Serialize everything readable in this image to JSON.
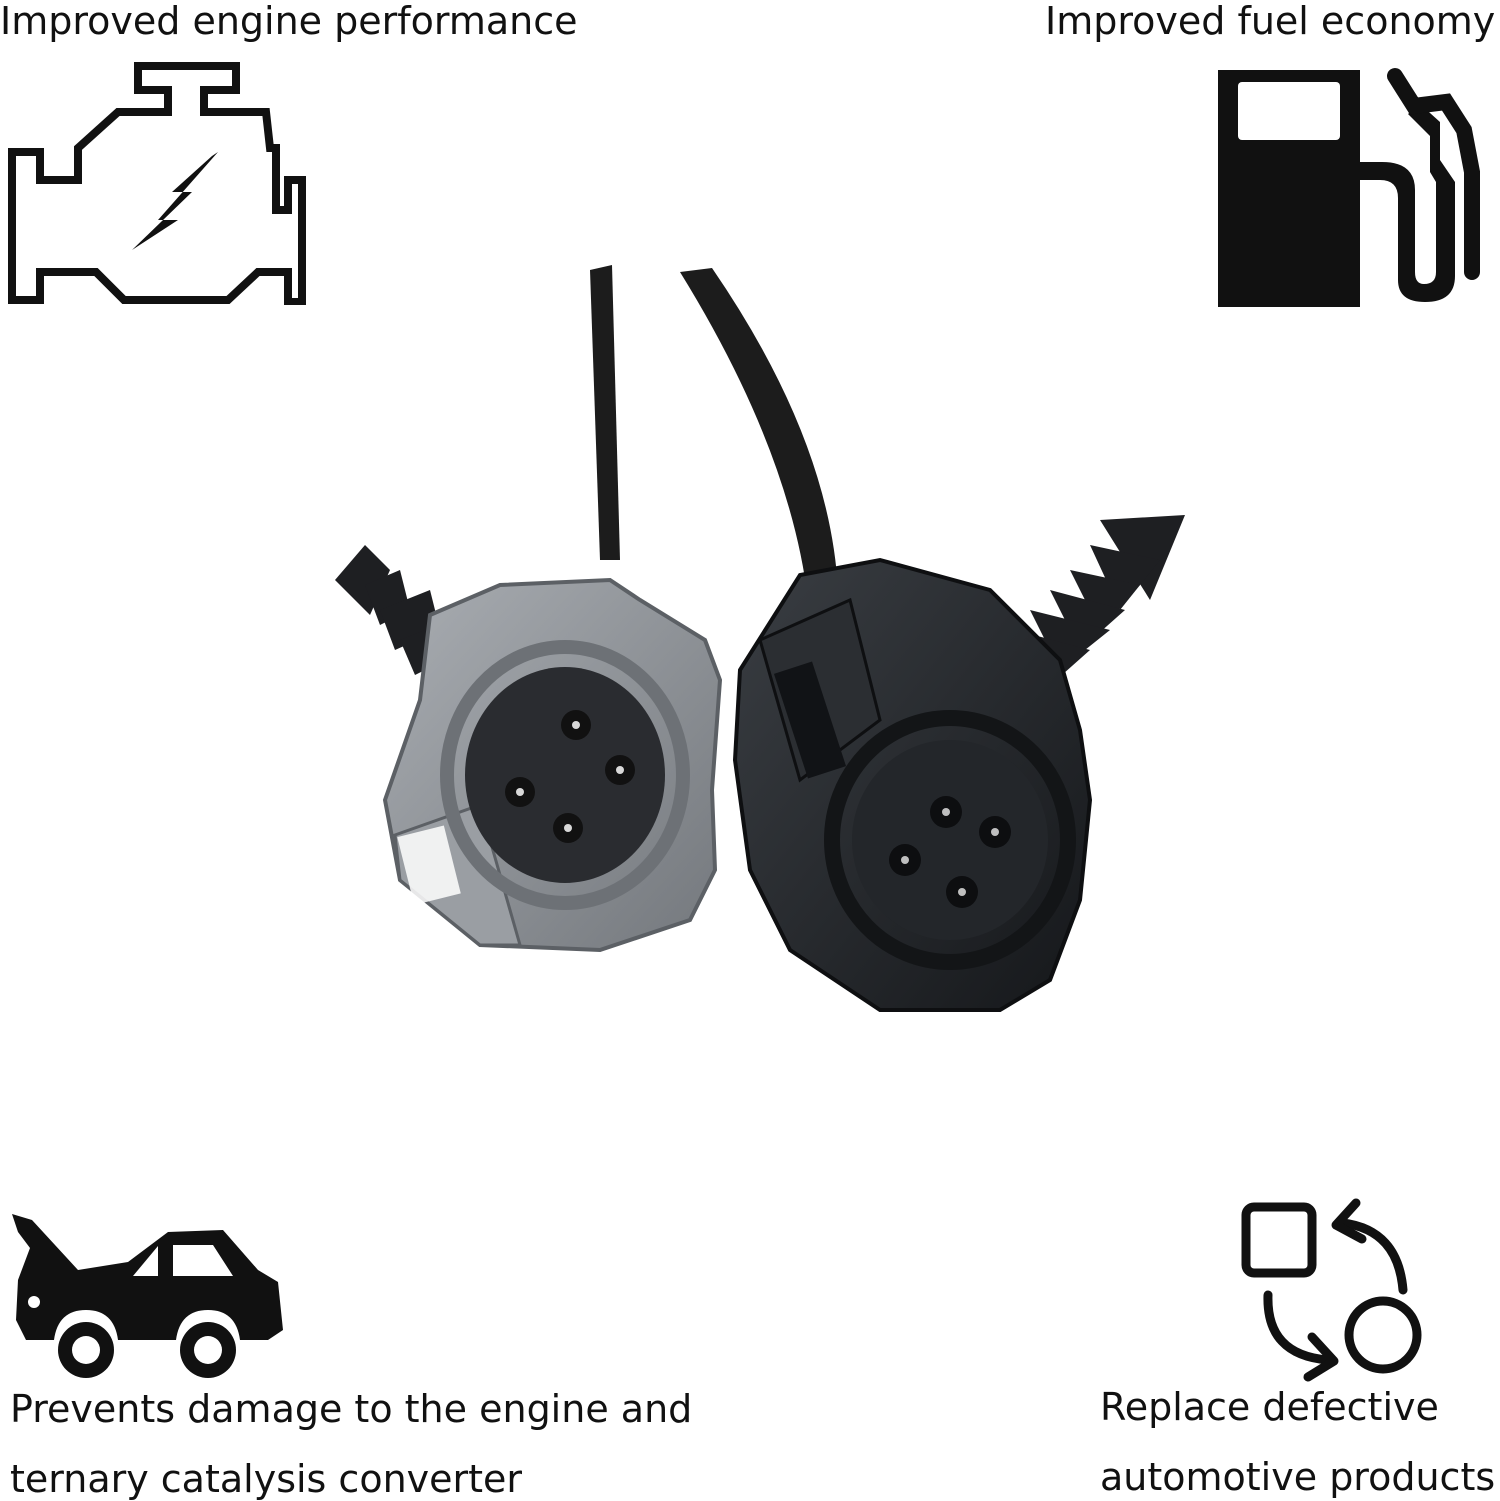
{
  "features": {
    "top_left": {
      "label": "Improved engine performance",
      "icon": "engine-check-icon"
    },
    "top_right": {
      "label": "Improved fuel economy",
      "icon": "fuel-pump-icon"
    },
    "bottom_left": {
      "line1": "Prevents damage to the engine and",
      "line2": "ternary catalysis converter",
      "icon": "car-hood-open-icon"
    },
    "bottom_right": {
      "line1": "Replace defective",
      "line2": "automotive products",
      "icon": "replace-cycle-icon"
    }
  },
  "product": {
    "subject": "two 4-pin connector pigtails",
    "colors": {
      "grey_housing": "#8f9398",
      "black_housing": "#26292d",
      "wire": "#1c1c1c"
    }
  }
}
